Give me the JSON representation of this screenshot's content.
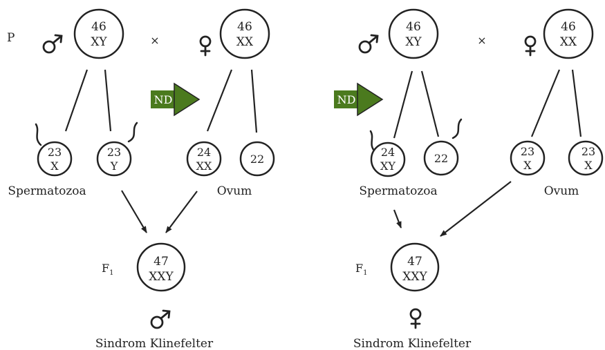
{
  "colors": {
    "nd_arrow": "#4b7a1e",
    "stroke": "#222222"
  },
  "icons": {
    "male": "male-symbol-icon",
    "female": "female-symbol-icon",
    "nd": "nondisjunction-arrow-icon"
  },
  "labels": {
    "p": "P",
    "f1_main": "F",
    "f1_sub": "1",
    "cross": "×",
    "nd": "ND"
  },
  "left": {
    "father": {
      "num": "46",
      "sex": "XY"
    },
    "mother": {
      "num": "46",
      "sex": "XX"
    },
    "gametes": [
      {
        "num": "23",
        "sex": "X"
      },
      {
        "num": "23",
        "sex": "Y"
      },
      {
        "num": "24",
        "sex": "XX"
      },
      {
        "num": "22",
        "sex": ""
      }
    ],
    "sperm_label": "Spermatozoa",
    "ovum_label": "Ovum",
    "child": {
      "num": "47",
      "sex": "XXY"
    },
    "syndrome": "Sindrom Klinefelter"
  },
  "right": {
    "father": {
      "num": "46",
      "sex": "XY"
    },
    "mother": {
      "num": "46",
      "sex": "XX"
    },
    "gametes": [
      {
        "num": "24",
        "sex": "XY"
      },
      {
        "num": "22",
        "sex": ""
      },
      {
        "num": "23",
        "sex": "X"
      },
      {
        "num": "23",
        "sex": "X"
      }
    ],
    "sperm_label": "Spermatozoa",
    "ovum_label": "Ovum",
    "child": {
      "num": "47",
      "sex": "XXY"
    },
    "syndrome": "Sindrom Klinefelter"
  }
}
